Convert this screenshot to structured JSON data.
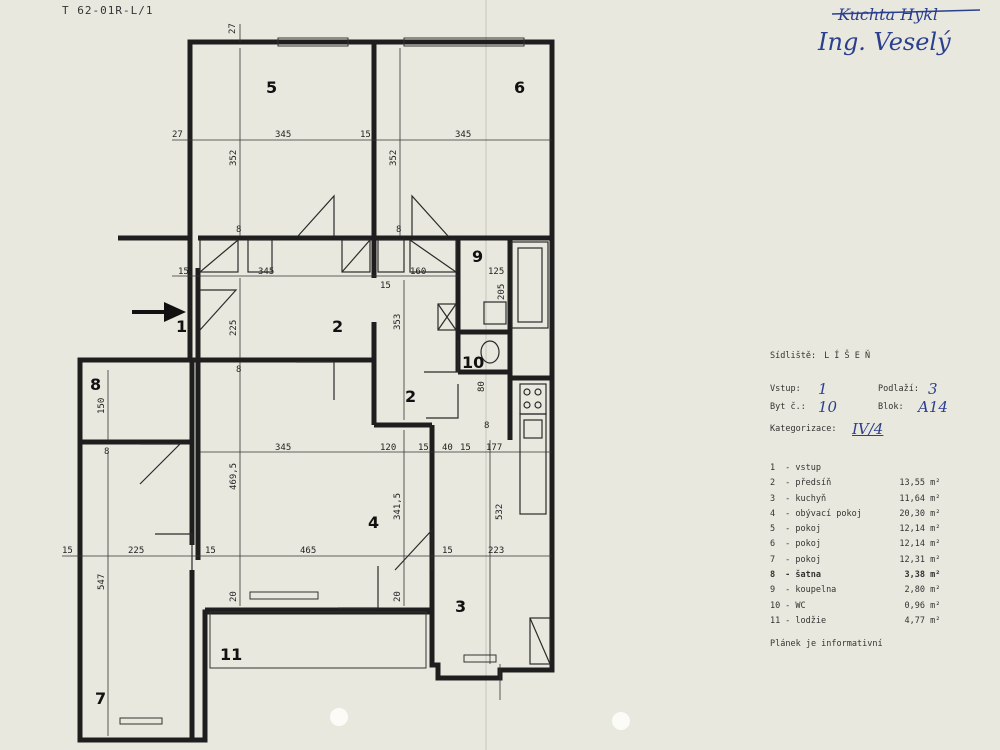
{
  "header": {
    "code": "T 62-01R-L/1",
    "sign_struck": "Kuchta Hykl",
    "sign": "Ing. Veselý"
  },
  "rooms": [
    {
      "id": "1",
      "label": "1"
    },
    {
      "id": "2a",
      "label": "2"
    },
    {
      "id": "2b",
      "label": "2"
    },
    {
      "id": "3",
      "label": "3"
    },
    {
      "id": "4",
      "label": "4"
    },
    {
      "id": "5",
      "label": "5"
    },
    {
      "id": "6",
      "label": "6"
    },
    {
      "id": "7",
      "label": "7"
    },
    {
      "id": "8",
      "label": "8"
    },
    {
      "id": "9",
      "label": "9"
    },
    {
      "id": "10",
      "label": "10"
    },
    {
      "id": "11",
      "label": "11"
    }
  ],
  "dims": {
    "d27a": "27",
    "d27b": "27",
    "d345a": "345",
    "d15a": "15",
    "d345b": "345",
    "d352a": "352",
    "d352b": "352",
    "d8a": "8",
    "d8b": "8",
    "d15b": "15",
    "d345c": "345",
    "d160": "160",
    "d125": "125",
    "d15c": "15",
    "d225a": "225",
    "d353": "353",
    "d205": "205",
    "d8c": "8",
    "d150": "150",
    "d8d": "8",
    "d80": "80",
    "d8e": "8",
    "d345d": "345",
    "d120": "120",
    "d15d": "15",
    "d40": "40",
    "d15e": "15",
    "d177": "177",
    "d4695": "469,5",
    "d3415": "341,5",
    "d532": "532",
    "d15f": "15",
    "d225b": "225",
    "d15g": "15",
    "d465": "465",
    "d15h": "15",
    "d223": "223",
    "d547": "547",
    "d20a": "20",
    "d20b": "20"
  },
  "info": {
    "sidliste_label": "Sídliště:",
    "sidliste_value": "L Í Š E Ň",
    "vstup_label": "Vstup:",
    "vstup_value": "1",
    "podlazi_label": "Podlaží:",
    "podlazi_value": "3",
    "byt_label": "Byt č.:",
    "byt_value": "10",
    "blok_label": "Blok:",
    "blok_value": "A14",
    "kategorizace_label": "Kategorizace:",
    "kategorizace_value": "IV/4"
  },
  "legend": [
    {
      "n": "1",
      "name": "vstup",
      "area": ""
    },
    {
      "n": "2",
      "name": "předsíň",
      "area": "13,55 m²"
    },
    {
      "n": "3",
      "name": "kuchyň",
      "area": "11,64 m²"
    },
    {
      "n": "4",
      "name": "obývací pokoj",
      "area": "20,30 m²"
    },
    {
      "n": "5",
      "name": "pokoj",
      "area": "12,14 m²"
    },
    {
      "n": "6",
      "name": "pokoj",
      "area": "12,14 m²"
    },
    {
      "n": "7",
      "name": "pokoj",
      "area": "12,31 m²"
    },
    {
      "n": "8",
      "name": "šatna",
      "area": "3,38 m²"
    },
    {
      "n": "9",
      "name": "koupelna",
      "area": "2,80 m²"
    },
    {
      "n": "10",
      "name": "WC",
      "area": "0,96 m²"
    },
    {
      "n": "11",
      "name": "lodžie",
      "area": "4,77 m²"
    }
  ],
  "note": "Plánek je informativní"
}
